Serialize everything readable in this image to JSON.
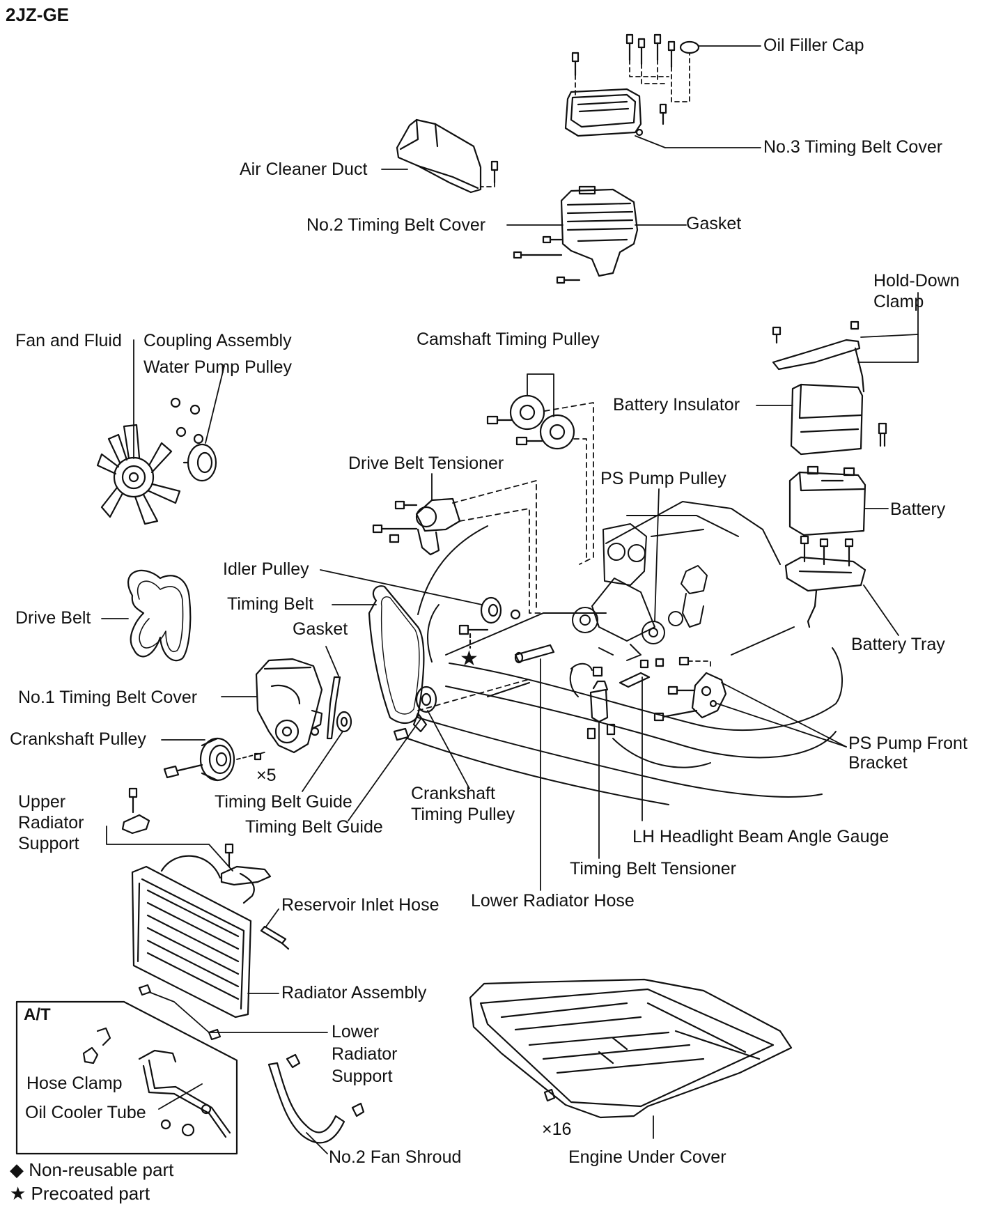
{
  "diagram": {
    "title": "2JZ-GE",
    "labels": {
      "oil_filler_cap": "Oil Filler Cap",
      "no3_timing_belt_cover": "No.3 Timing Belt Cover",
      "air_cleaner_duct": "Air Cleaner Duct",
      "no2_timing_belt_cover": "No.2 Timing Belt Cover",
      "gasket_upper": "Gasket",
      "hold_down_clamp_1": "Hold-Down",
      "hold_down_clamp_2": "Clamp",
      "fan_and_fluid": "Fan and Fluid",
      "coupling_assembly": "Coupling Assembly",
      "water_pump_pulley": "Water Pump Pulley",
      "camshaft_timing_pulley": "Camshaft Timing Pulley",
      "battery_insulator": "Battery Insulator",
      "drive_belt_tensioner": "Drive Belt Tensioner",
      "ps_pump_pulley": "PS Pump Pulley",
      "battery": "Battery",
      "idler_pulley": "Idler Pulley",
      "timing_belt": "Timing Belt",
      "gasket_lower": "Gasket",
      "drive_belt": "Drive Belt",
      "battery_tray": "Battery Tray",
      "no1_timing_belt_cover": "No.1 Timing Belt Cover",
      "crankshaft_pulley": "Crankshaft Pulley",
      "times5": "×5",
      "ps_pump_front_1": "PS Pump Front",
      "ps_pump_front_2": "Bracket",
      "upper_radiator_1": "Upper",
      "upper_radiator_2": "Radiator",
      "upper_radiator_3": "Support",
      "timing_belt_guide_1": "Timing Belt Guide",
      "timing_belt_guide_2": "Timing Belt Guide",
      "crankshaft_timing_1": "Crankshaft",
      "crankshaft_timing_2": "Timing Pulley",
      "lh_headlight": "LH Headlight Beam Angle Gauge",
      "timing_belt_tensioner": "Timing Belt Tensioner",
      "reservoir_inlet_hose": "Reservoir Inlet Hose",
      "lower_radiator_hose": "Lower Radiator Hose",
      "radiator_assembly": "Radiator Assembly",
      "at": "A/T",
      "lower_radiator_1": "Lower",
      "lower_radiator_2": "Radiator",
      "lower_radiator_3": "Support",
      "hose_clamp": "Hose Clamp",
      "oil_cooler_tube": "Oil Cooler Tube",
      "times16": "×16",
      "no2_fan_shroud": "No.2 Fan Shroud",
      "engine_under_cover": "Engine Under Cover"
    },
    "legend": {
      "non_reusable": "◆ Non-reusable part",
      "precoated": "★ Precoated part"
    }
  }
}
